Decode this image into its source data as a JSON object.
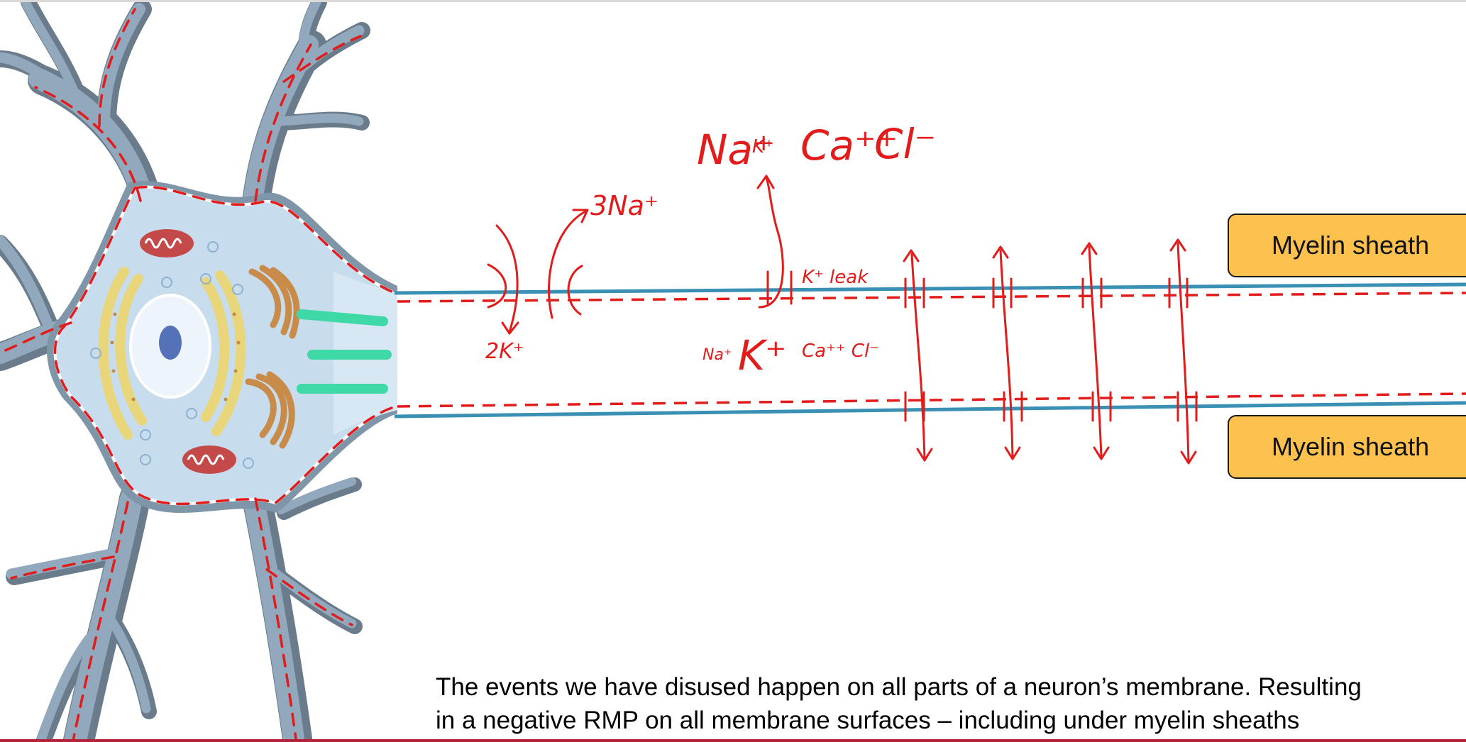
{
  "annotations": {
    "pump_out": "3Na⁺",
    "pump_in": "2K⁺",
    "ions_outside": {
      "na": "Na⁺",
      "k": "K⁺",
      "ca": "Ca⁺⁺",
      "cl": "Cl⁻"
    },
    "k_leak": "K⁺ leak",
    "ions_inside": {
      "na": "Na⁺",
      "k": "K⁺",
      "ca_cl": "Ca⁺⁺ Cl⁻"
    }
  },
  "labels": {
    "myelin_top": "Myelin sheath",
    "myelin_bottom": "Myelin sheath"
  },
  "caption": {
    "line1": "The events we have disused happen on all parts of a neuron’s membrane. Resulting",
    "line2": "in a negative RMP on all membrane surfaces – including under myelin sheaths"
  },
  "colors": {
    "annotation_red": "#e21b1b",
    "axon_membrane_blue": "#3a8fb5",
    "myelin_fill": "#fcc24d",
    "neuron_gray": "#7f95a8",
    "cell_body_fill": "#c7dced"
  }
}
